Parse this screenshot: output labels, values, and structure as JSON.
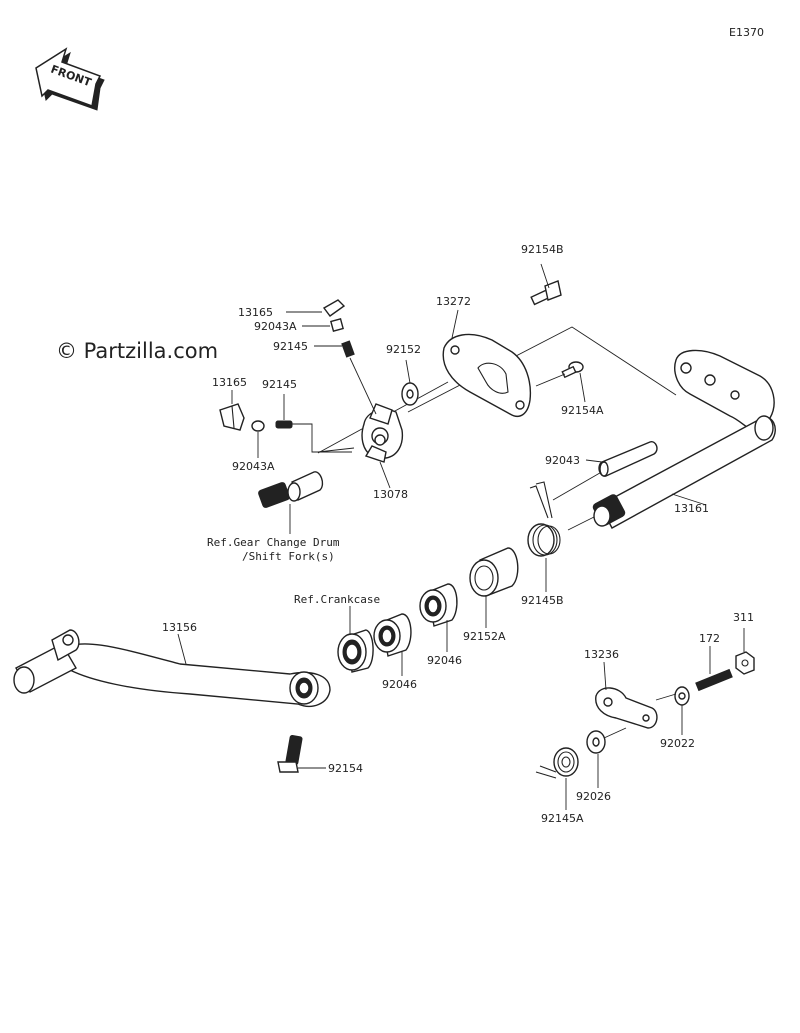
{
  "diagram": {
    "code": "E1370",
    "front_label": "FRONT",
    "watermark": "© Partzilla.com",
    "references": {
      "gear_change_drum_line1": "Ref.Gear Change Drum",
      "gear_change_drum_line2": "/Shift Fork(s)",
      "crankcase": "Ref.Crankcase"
    },
    "parts": {
      "p92154B": "92154B",
      "p13272": "13272",
      "p13165_top": "13165",
      "p92043A_top": "92043A",
      "p92145_top": "92145",
      "p92152": "92152",
      "p13165_left": "13165",
      "p92145_mid": "92145",
      "p92043A_left": "92043A",
      "p13078": "13078",
      "p92154A": "92154A",
      "p92043": "92043",
      "p13161": "13161",
      "p92145B": "92145B",
      "p13156": "13156",
      "p92152A": "92152A",
      "p92046_a": "92046",
      "p92046_b": "92046",
      "p92154": "92154",
      "p311": "311",
      "p172": "172",
      "p13236": "13236",
      "p92022": "92022",
      "p92026": "92026",
      "p92145A": "92145A"
    }
  }
}
